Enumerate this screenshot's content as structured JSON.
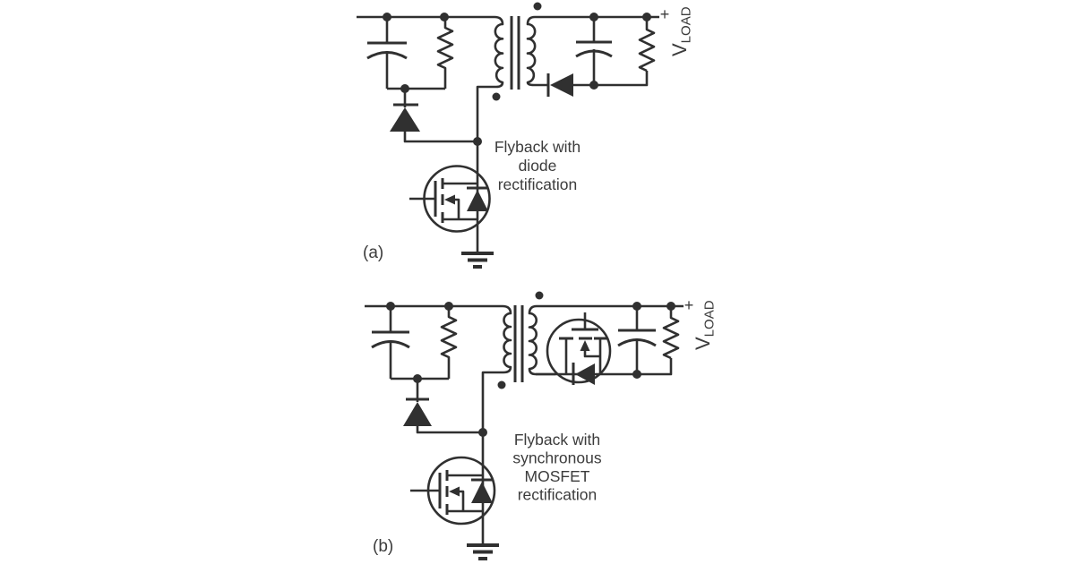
{
  "colors": {
    "background": "#ffffff",
    "line": "#303030",
    "text": "#3c3c3c"
  },
  "circuit_a": {
    "figure_label": "(a)",
    "caption": {
      "line1": "Flyback with",
      "line2": "diode",
      "line3": "rectification"
    },
    "output": {
      "plus": "+",
      "v": "V",
      "v_sub": "LOAD"
    }
  },
  "circuit_b": {
    "figure_label": "(b)",
    "caption": {
      "line1": "Flyback with",
      "line2": "synchronous",
      "line3": "MOSFET",
      "line4": "rectification"
    },
    "output": {
      "plus": "+",
      "v": "V",
      "v_sub": "LOAD"
    }
  }
}
